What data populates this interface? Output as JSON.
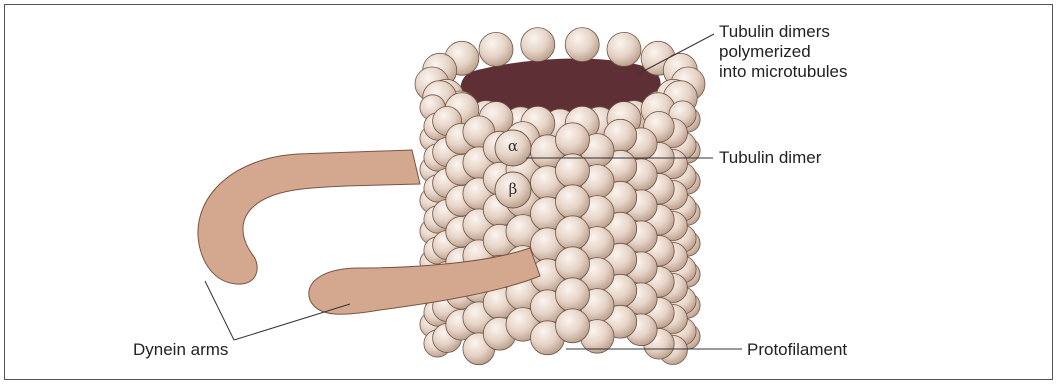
{
  "figure": {
    "labels": {
      "tubulin_dimers_line1": "Tubulin dimers",
      "tubulin_dimers_line2": "polymerized",
      "tubulin_dimers_line3": "into microtubules",
      "tubulin_dimer": "Tubulin dimer",
      "dynein_arms": "Dynein arms",
      "protofilament": "Protofilament"
    },
    "subunits": {
      "alpha": "α",
      "beta": "β"
    },
    "colors": {
      "bead_fill": "#eadbcf",
      "bead_shadow": "#b99f8c",
      "bead_edge": "#6f5547",
      "lumen": "#5e2f34",
      "dynein_fill": "#d3a88f",
      "dynein_edge": "#7a5443",
      "leader_line": "#333333"
    }
  }
}
